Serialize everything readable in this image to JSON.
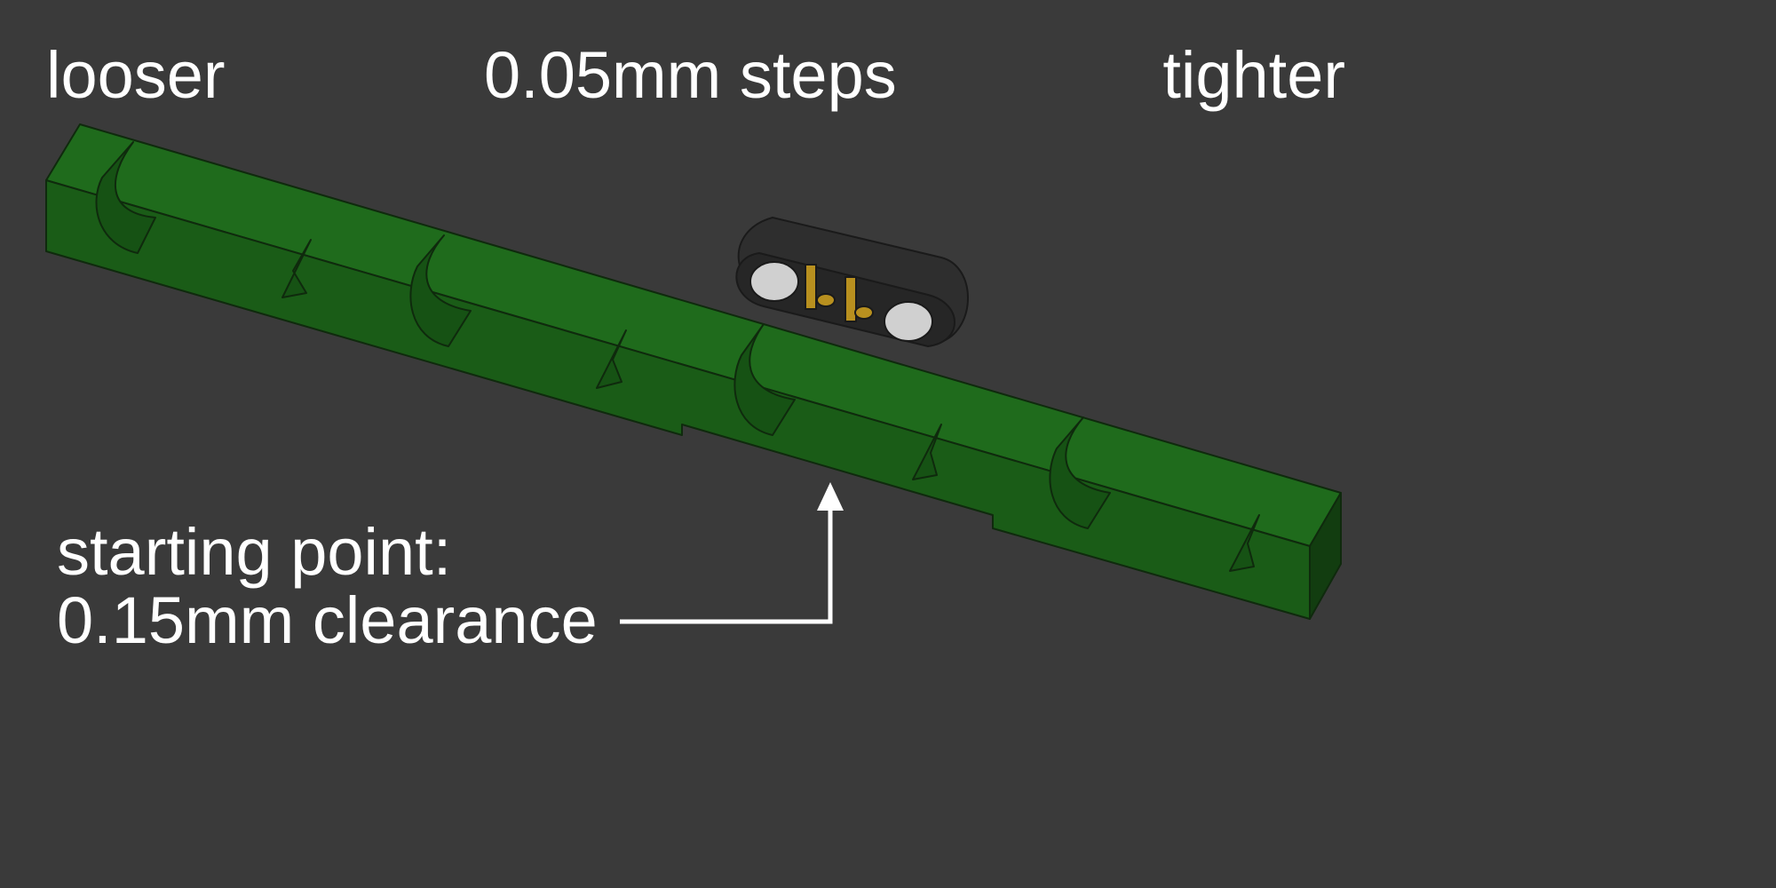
{
  "labels": {
    "left": "looser",
    "center": "0.05mm steps",
    "right": "tighter",
    "note_line1": "starting point:",
    "note_line2": "0.15mm clearance"
  },
  "colors": {
    "background": "#3a3a3a",
    "part_top": "#1f6b1c",
    "part_front": "#1a5c17",
    "part_end": "#123d10",
    "connector": "#2e2e2e",
    "pins": "#b8901f",
    "magnets": "#d0d0d0",
    "annotation": "#ffffff"
  }
}
